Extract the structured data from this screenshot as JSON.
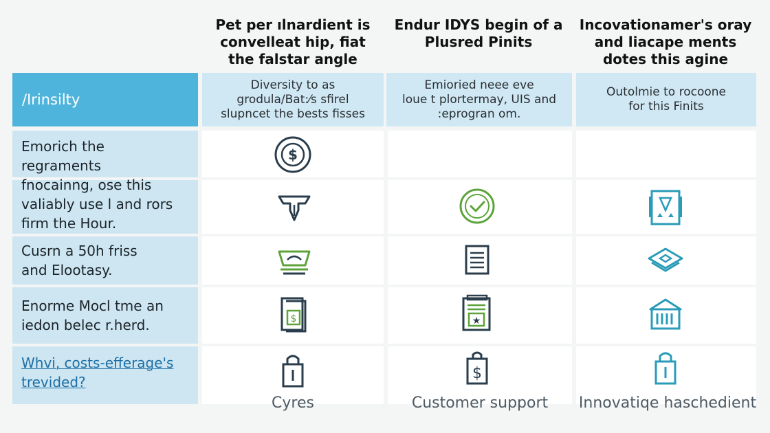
{
  "columns": [
    {
      "heading": "Pet per ılnardient is\nconvelleat hip, fiat\nthe falstar angle",
      "subheading": "Diversity to as\ngrodula/Bat:⁄s sfirel\nslupncet the bests fisses",
      "footer": "Cyres"
    },
    {
      "heading": "Endur IDYS begin of a\nPlusred Pinits",
      "subheading": "Emioried neee eve\nloue t plortermay, UIS and\n:eprogran om.",
      "footer": "Customer support"
    },
    {
      "heading": "Incovationamer's oray\nand liacape ments\ndotes this agine",
      "subheading": "Outolmie to rocoone\nfor this Finits",
      "footer": "Innovatiqe haschedient"
    }
  ],
  "header_label": "/Irinsilty",
  "rows": [
    {
      "label": "Emorich the\nregraments\nfnocainng, ose this\nvaliably use l and rors\nfirm the Hour.",
      "link": false
    },
    {
      "label": "Cusrn a 50h friss\nand Elootasy.",
      "link": false
    },
    {
      "label": "Enorme Mocl tme an\niedon belec r.herd.",
      "link": false
    },
    {
      "label": "Whvi, costs-efferage's\ntrevided?",
      "link": true
    }
  ],
  "icons": {
    "dollar_coin": "dollar-coin-icon",
    "pen_nib": "pen-nib-icon",
    "scale": "scale-icon",
    "check_circle": "check-circle-icon",
    "document_lines": "document-lines-icon",
    "certificate": "certificate-icon",
    "shopping_bag_dollar": "shopping-bag-dollar-icon",
    "bag_money": "money-bag-icon",
    "lock": "lock-icon",
    "lock_teal": "lock-icon",
    "tower": "tower-icon",
    "layers": "layers-icon",
    "columns_building": "building-icon"
  },
  "colors": {
    "header_accent": "#4fb4dc",
    "header_cell": "#cfe8f3",
    "side_panel": "#cde6f1",
    "icon_dark": "#2a3d4c",
    "icon_green": "#5da33a",
    "icon_teal": "#2a9bb8"
  }
}
